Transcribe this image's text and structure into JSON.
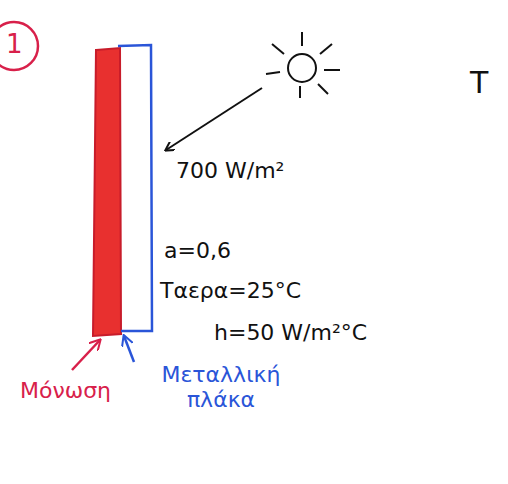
{
  "diagram": {
    "labels": [
      "1",
      "700 W/m²",
      "a=0,6",
      "Tαερα=25°C",
      "h=50 W/m²°C",
      "Μόνωση",
      "Μεταλλική πλάκα",
      "T"
    ]
  }
}
